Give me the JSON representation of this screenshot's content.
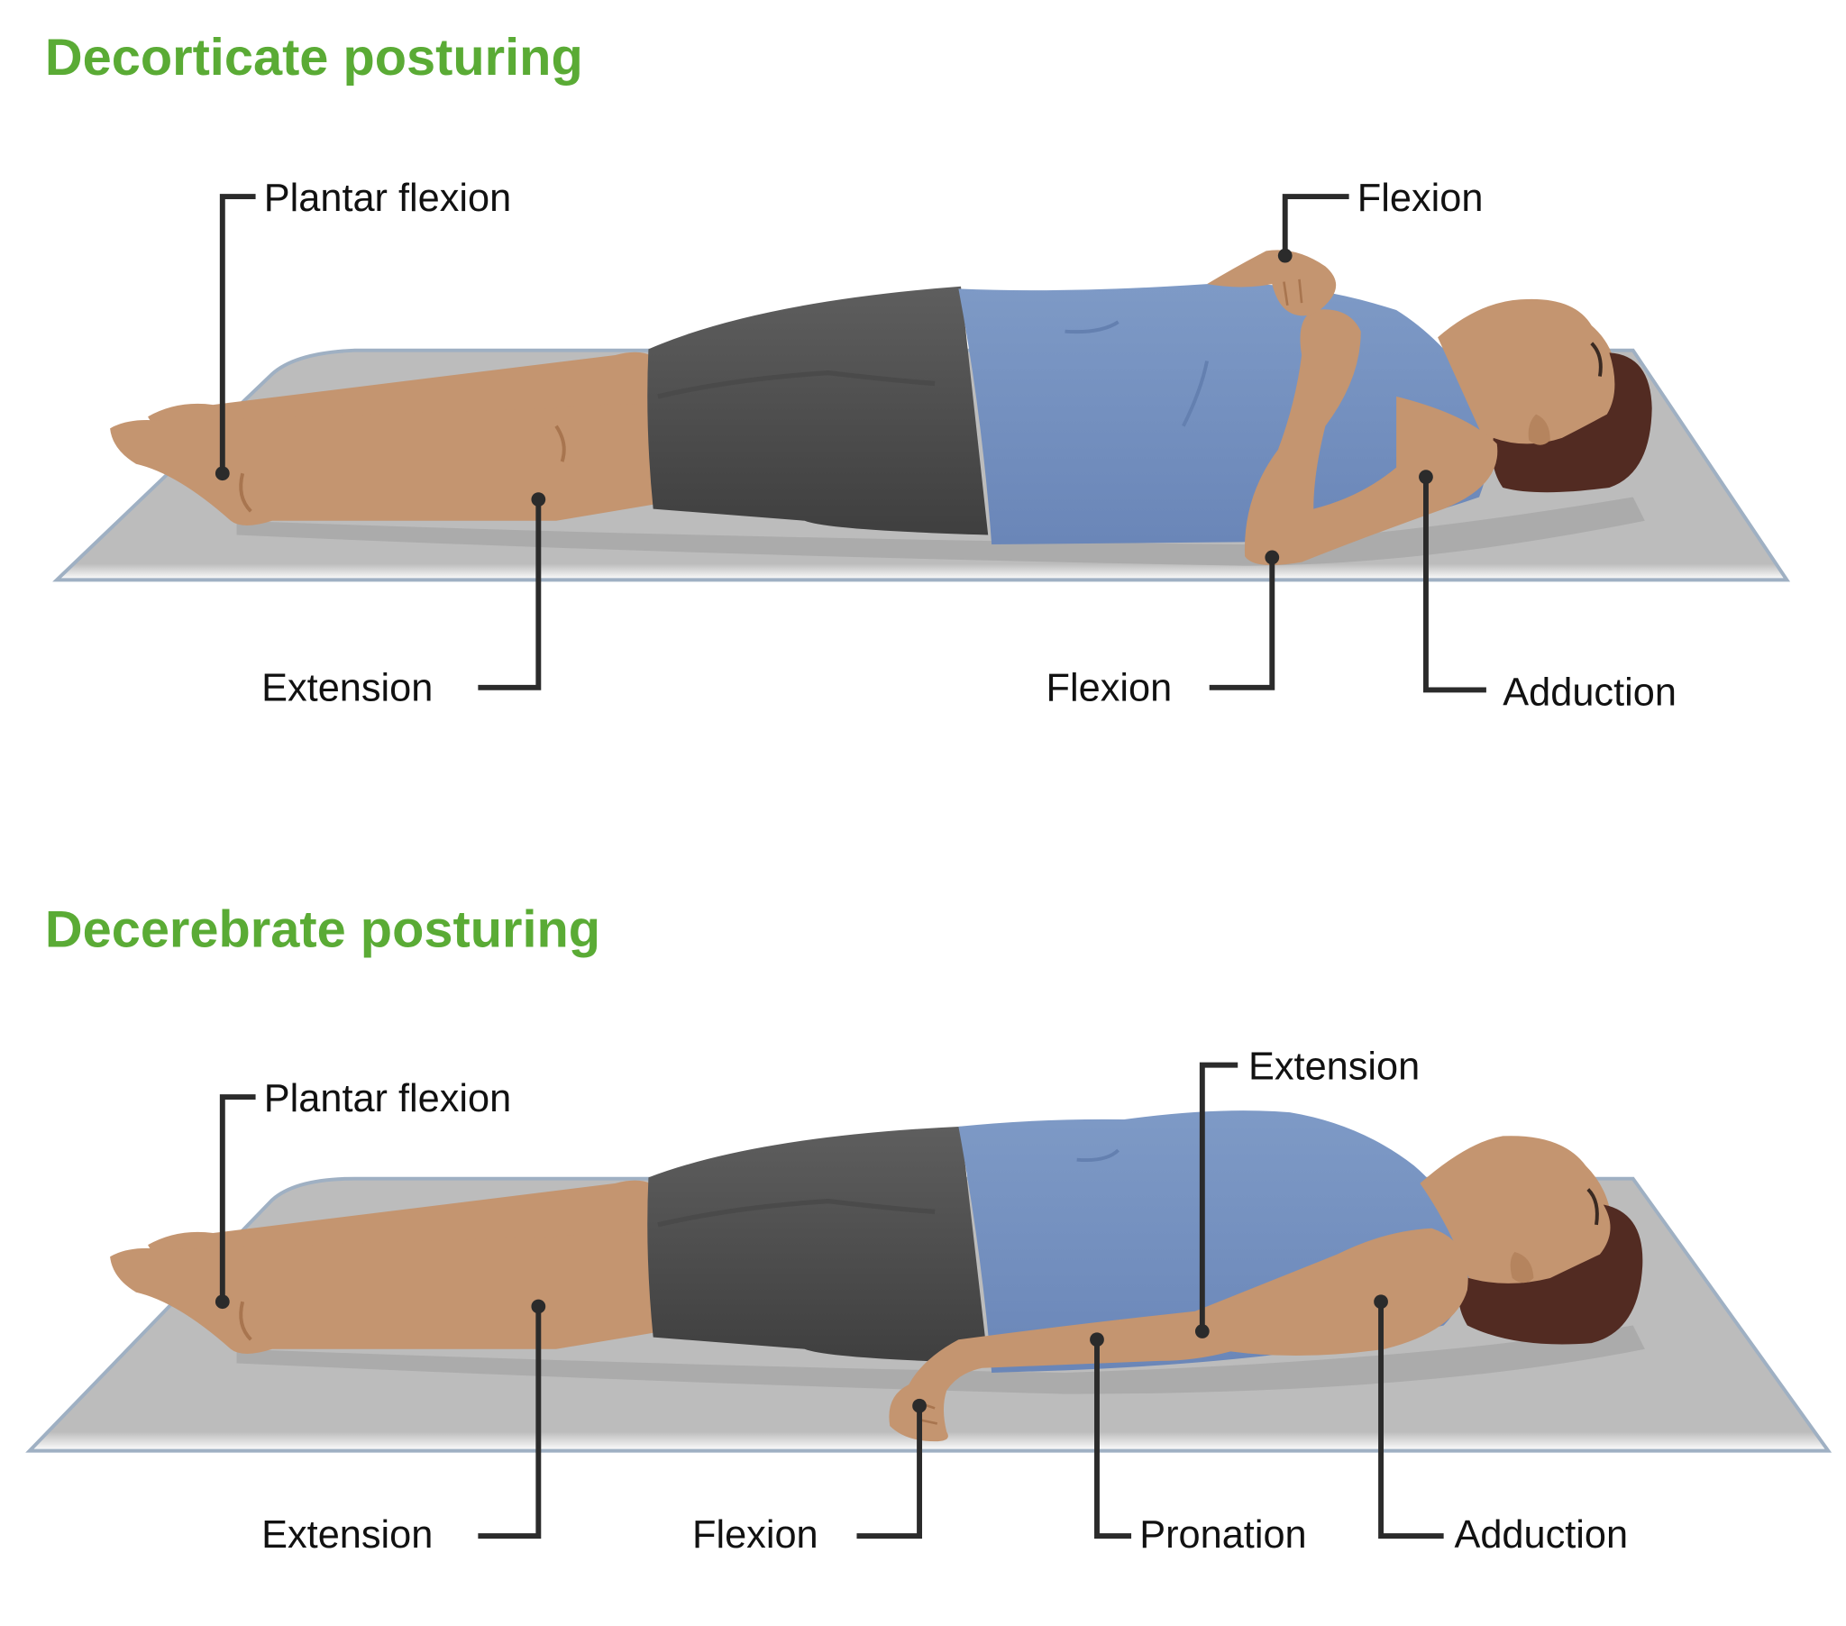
{
  "colors": {
    "title": "#5aab35",
    "label_text": "#111111",
    "leader": "#2b2b2b",
    "skin": "#c49570",
    "skin_shade": "#a8754f",
    "shirt": "#7b97c4",
    "shirt_shade": "#6480b0",
    "shorts": "#5c5c5c",
    "hair": "#522b22",
    "mat": "#bcbcbc",
    "mat_edge": "#8fa0b4",
    "mat_shadow": "#a6a6a6"
  },
  "panels": [
    {
      "title": "Decorticate posturing",
      "labels": {
        "feet": "Plantar flexion",
        "hands": "Flexion",
        "legs": "Extension",
        "elbow": "Flexion",
        "upper_arm": "Adduction"
      }
    },
    {
      "title": "Decerebrate posturing",
      "labels": {
        "feet": "Plantar flexion",
        "elbow": "Extension",
        "legs": "Extension",
        "wrist": "Flexion",
        "forearm": "Pronation",
        "upper_arm": "Adduction"
      }
    }
  ]
}
